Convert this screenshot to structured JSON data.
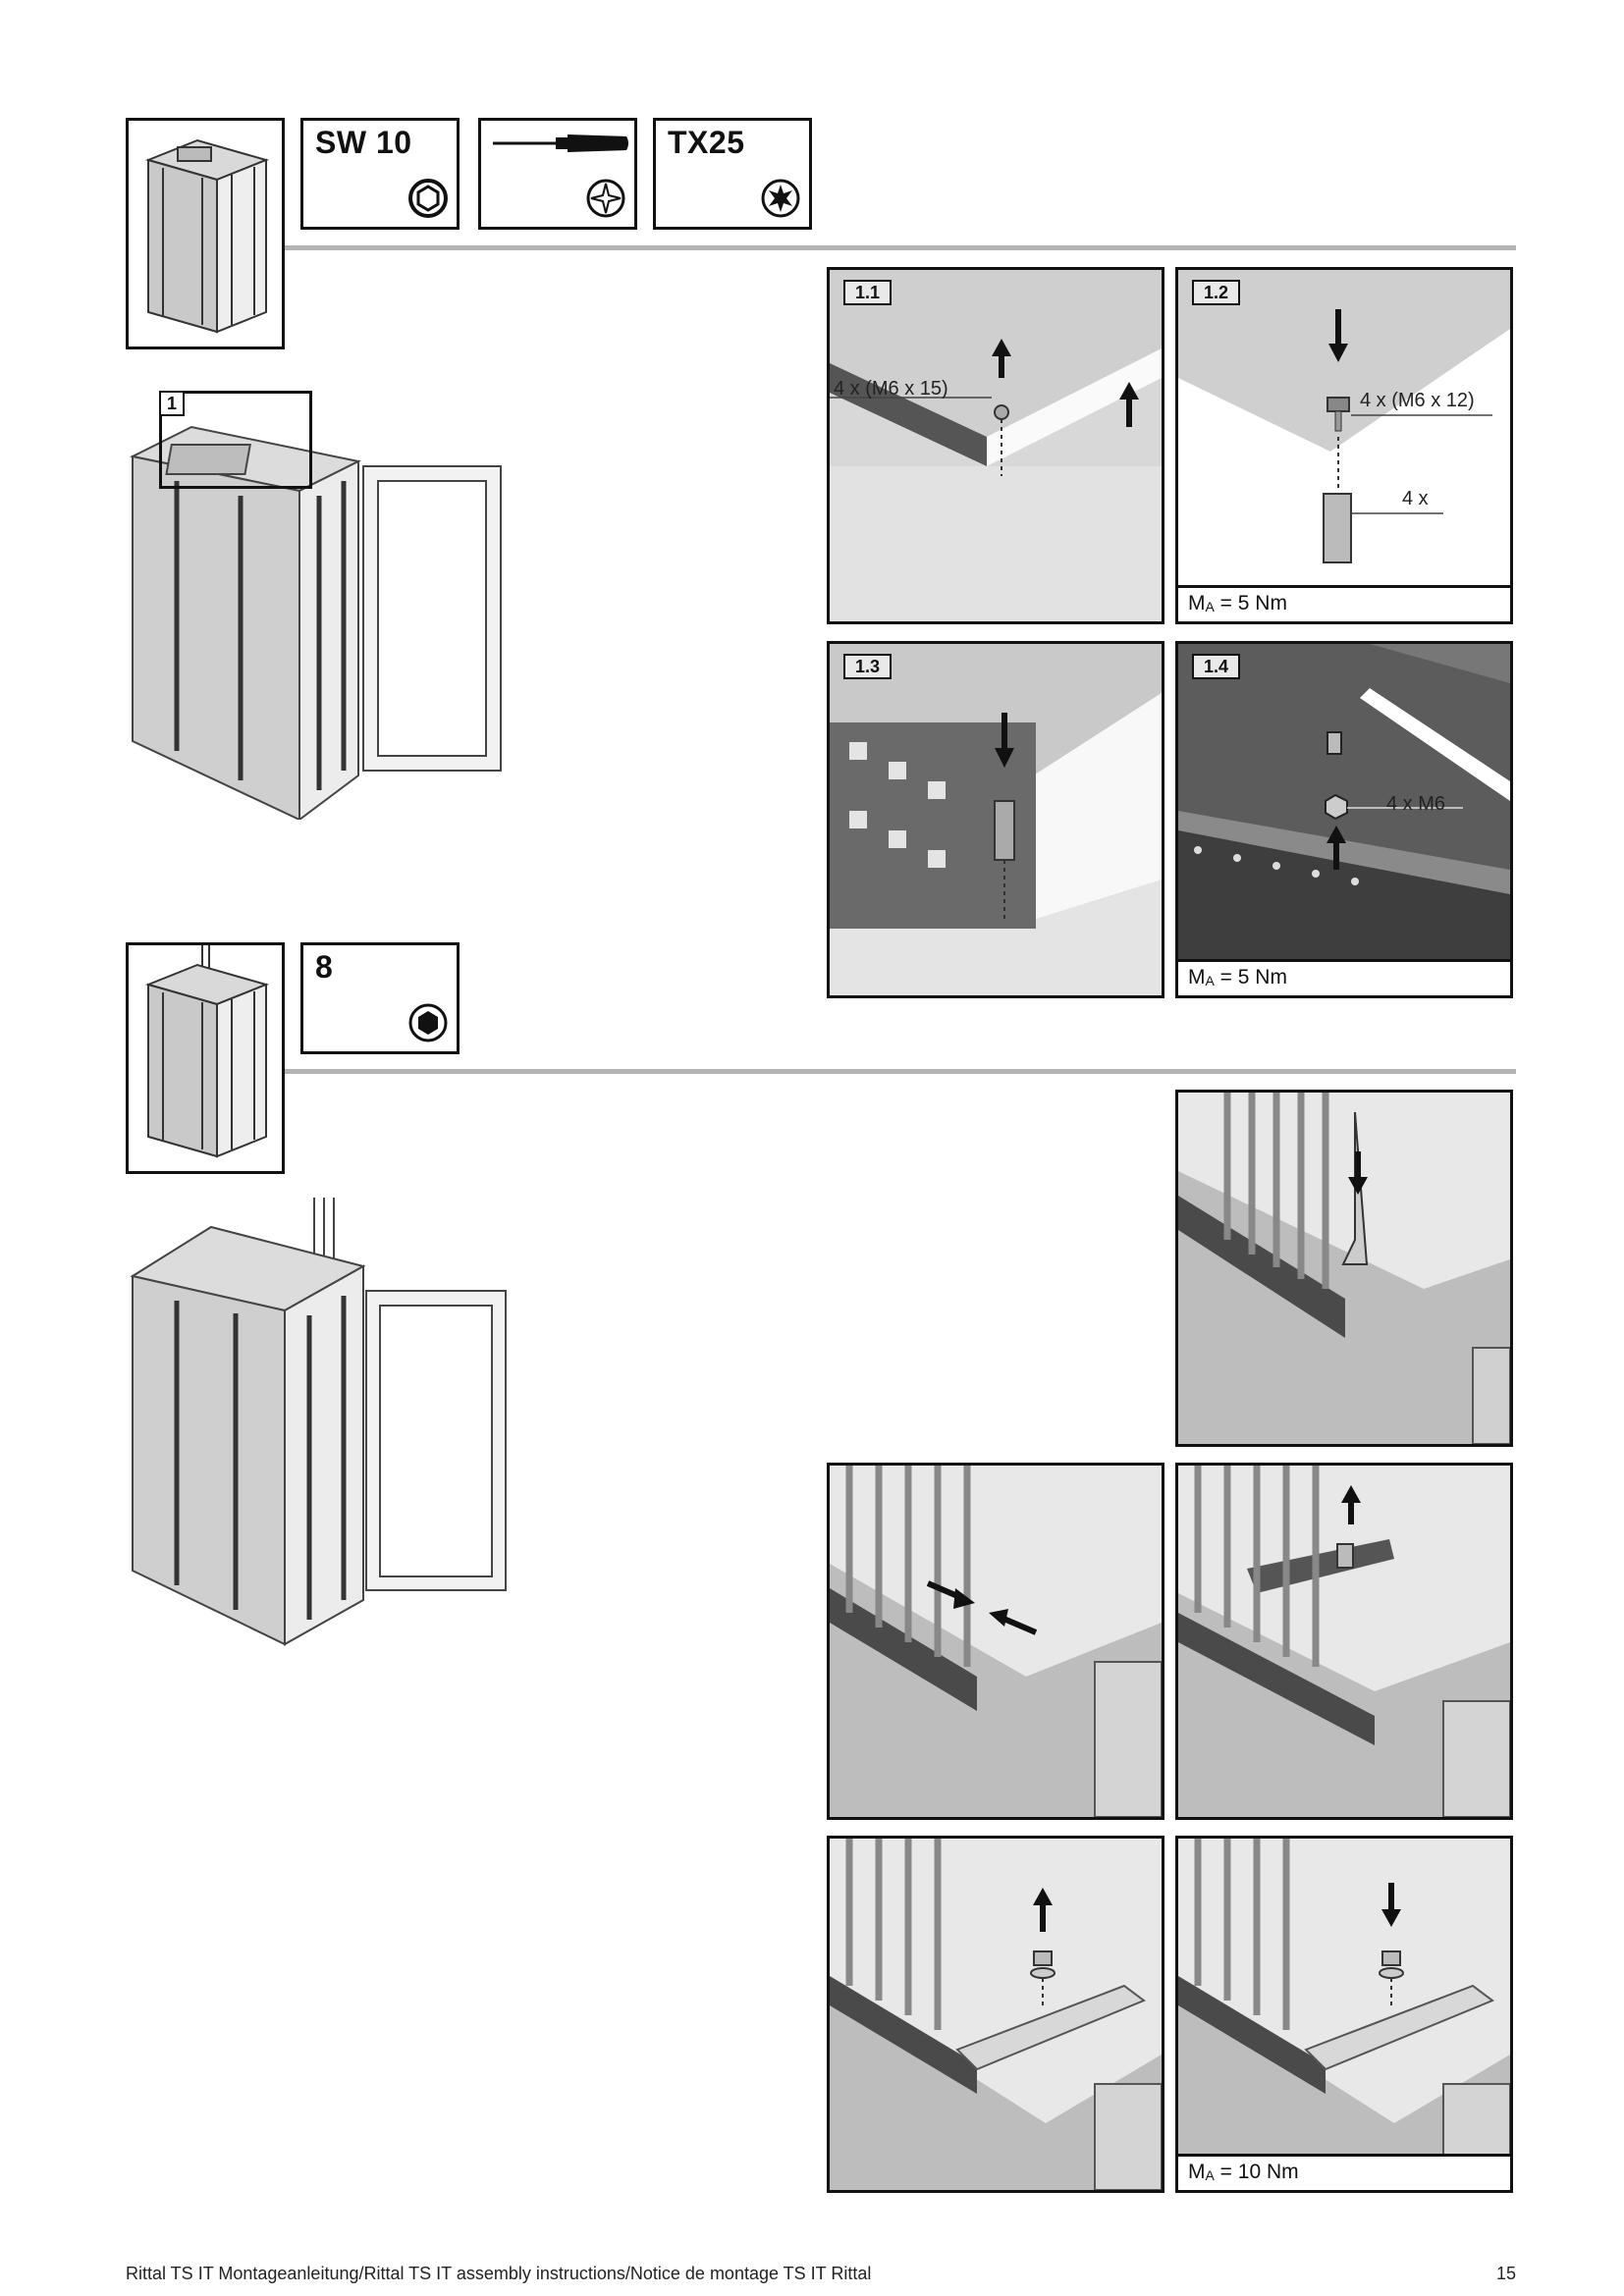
{
  "tools_section1": {
    "wrench_label": "SW 10",
    "screwdriver_icon": "phillips-screwdriver-icon",
    "torx_label": "TX25"
  },
  "tools_section2": {
    "hex_key_label": "8"
  },
  "overview": {
    "detail_ref": "1"
  },
  "steps": {
    "s1_1": {
      "tag": "1.1",
      "callout": "4 x (M6 x 15)"
    },
    "s1_2": {
      "tag": "1.2",
      "callout_screw": "4 x (M6 x 12)",
      "callout_spacer": "4 x",
      "torque_prefix": "M",
      "torque_sub": "A",
      "torque_value": " = 5 Nm"
    },
    "s1_3": {
      "tag": "1.3"
    },
    "s1_4": {
      "tag": "1.4",
      "callout": "4 x M6",
      "torque_prefix": "M",
      "torque_sub": "A",
      "torque_value": " = 5 Nm"
    },
    "s2_final": {
      "torque_prefix": "M",
      "torque_sub": "A",
      "torque_value": " = 10 Nm"
    }
  },
  "footer": {
    "text": "Rittal TS IT Montageanleitung/Rittal TS IT assembly instructions/Notice de montage TS IT Rittal",
    "page_number": "15"
  }
}
